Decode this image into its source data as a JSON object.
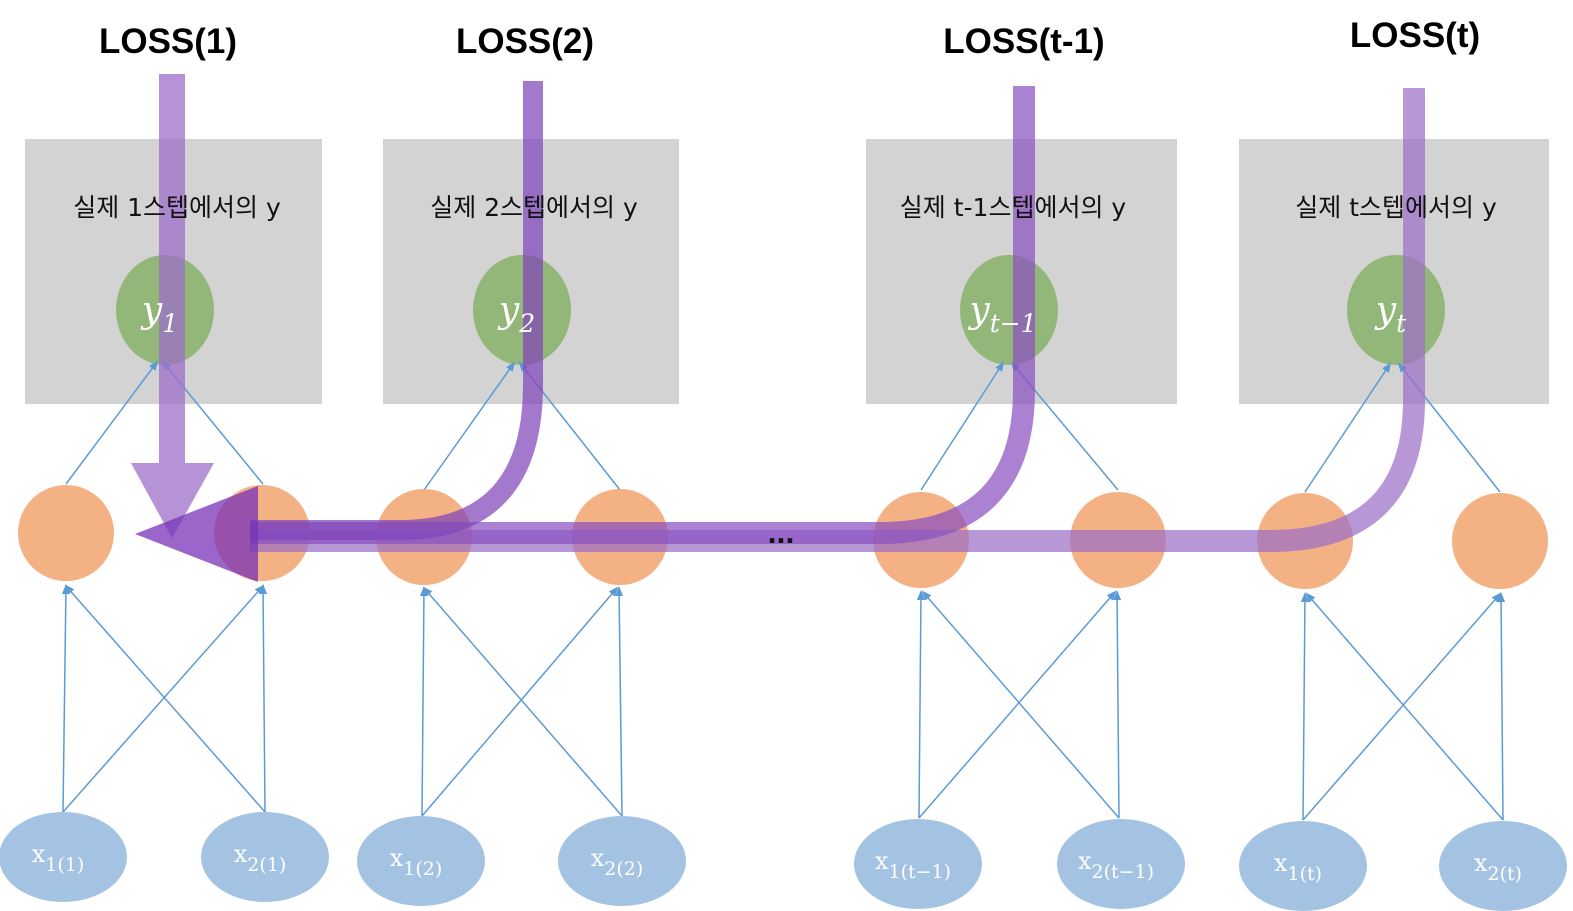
{
  "losses": [
    "LOSS(1)",
    "LOSS(2)",
    "LOSS(t-1)",
    "LOSS(t)"
  ],
  "steps": [
    "실제 1스텝에서의 y",
    "실제 2스텝에서의 y",
    "실제 t-1스텝에서의 y",
    "실제 t스텝에서의 y"
  ],
  "outputs": [
    {
      "base": "y",
      "sub": "1"
    },
    {
      "base": "y",
      "sub": "2"
    },
    {
      "base": "y",
      "sub": "t−1"
    },
    {
      "base": "y",
      "sub": "t"
    }
  ],
  "inputs": [
    {
      "base": "x",
      "sub": "1(1)"
    },
    {
      "base": "x",
      "sub": "2(1)"
    },
    {
      "base": "x",
      "sub": "1(2)"
    },
    {
      "base": "x",
      "sub": "2(2)"
    },
    {
      "base": "x",
      "sub": "1(t−1)"
    },
    {
      "base": "x",
      "sub": "2(t−1)"
    },
    {
      "base": "x",
      "sub": "1(t)"
    },
    {
      "base": "x",
      "sub": "2(t)"
    }
  ],
  "ellipsis": "...",
  "colors": {
    "box": "#d3d3d3",
    "output_node": "#8fb474",
    "hidden_node": "#f4b183",
    "input_node": "#a4c3e3",
    "edge": "#5b9bd5",
    "gradient_flow": "#9c6fc8",
    "gradient_flow_dark": "#7a32b8"
  }
}
